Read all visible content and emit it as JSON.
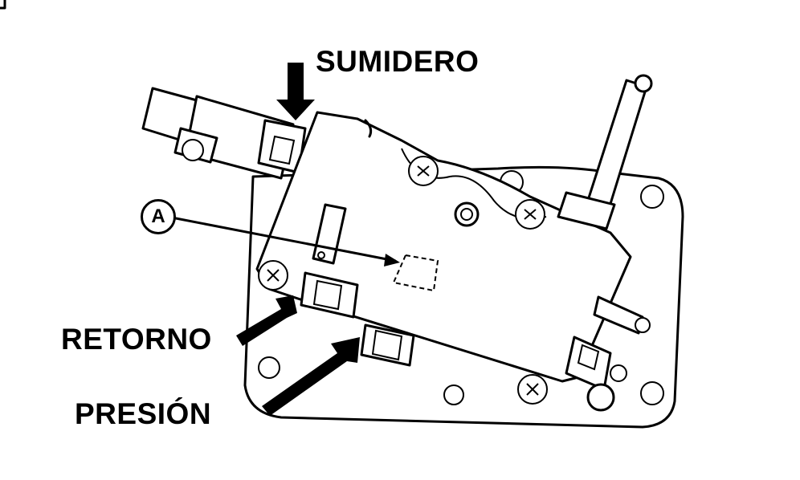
{
  "labels": {
    "sumidero": "SUMIDERO",
    "retorno": "RETORNO",
    "presion": "PRESIÓN",
    "callout": "A"
  },
  "colors": {
    "line": "#000000",
    "background": "#ffffff"
  }
}
